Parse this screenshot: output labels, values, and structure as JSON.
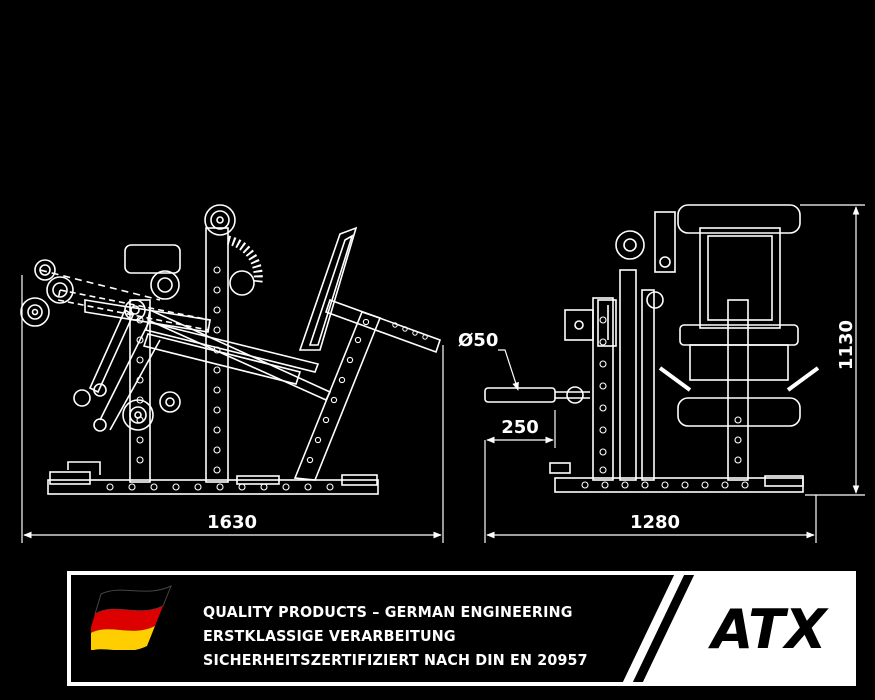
{
  "dimensions": {
    "side_length": "1630",
    "front_width": "1280",
    "height": "1130",
    "handle_diameter": "Ø50",
    "handle_length": "250"
  },
  "banner": {
    "line1": "QUALITY PRODUCTS – GERMAN ENGINEERING",
    "line2": "ERSTKLASSIGE VERARBEITUNG",
    "line3": "SICHERHEITSZERTIFIZIERT NACH DIN EN 20957",
    "logo": "ATX"
  },
  "colors": {
    "background": "#000000",
    "line": "#ffffff",
    "flag_black": "#000000",
    "flag_red": "#dd0000",
    "flag_gold": "#ffce00"
  }
}
